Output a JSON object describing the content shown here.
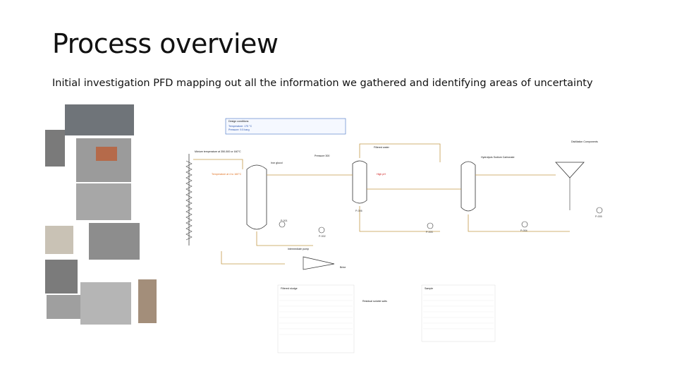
{
  "slide": {
    "title": "Process overview",
    "subtitle": "Initial investigation PFD mapping out all the information we gathered and identifying areas of uncertainty"
  },
  "colors": {
    "title": "#111111",
    "pipe": "#c49a4a",
    "blue_box": "#4472c4",
    "orange_text": "#e07020",
    "red_text": "#d02020",
    "green_text": "#3a9a3a",
    "photo_grey": "#8a8a8a"
  },
  "pfd": {
    "design_box": {
      "header": "Design conditions",
      "lines": [
        "Temperature: 175 °C",
        "Pressure: 9.5 barg"
      ]
    },
    "texts": {
      "heater": "Mixture temperature at 350-500 or 160°C",
      "tank": "Iron glucol",
      "product_pump": "Pressure 300",
      "filtered": "Filtered water",
      "right_feed": "Distillation Components",
      "brine": "Brine",
      "sludge": "Filtered sludge",
      "mid_note": "Residual soluble salts",
      "bottom_note": "Intermediate pump",
      "orange_note": "Temperature at 4 to 160°C",
      "red_note": "High pH",
      "mid_right": "Hydrolysis Sodium Carbonate",
      "analysis_title": "Sample"
    },
    "tags": [
      "P-001",
      "P-002",
      "P-003",
      "P-004",
      "P-005",
      "P-006"
    ]
  }
}
